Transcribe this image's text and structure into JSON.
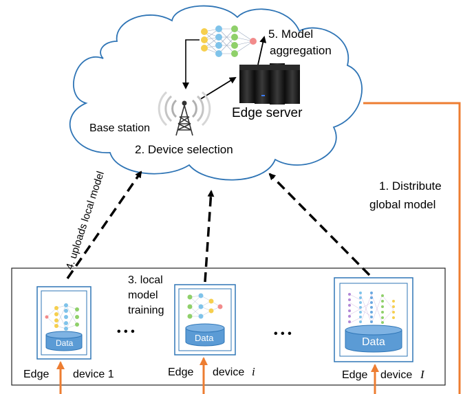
{
  "cloud": {
    "step5_line1": "5. Model",
    "step5_line2": "aggregation",
    "edge_server_label": "Edge server",
    "base_station_label": "Base station",
    "step2_label": "2. Device selection"
  },
  "links": {
    "step1_line1": "1. Distribute",
    "step1_line2": "global model",
    "step4_label": "4. uploads local model",
    "step3_line1": "3. local",
    "step3_line2": "model",
    "step3_line3": "training"
  },
  "devices": {
    "ellipsis": "• • •",
    "items": [
      {
        "data_label": "Data",
        "edge_label": "Edge",
        "device_label": "device 1",
        "index": ""
      },
      {
        "data_label": "Data",
        "edge_label": "Edge",
        "device_label": "device",
        "index": "i"
      },
      {
        "data_label": "Data",
        "edge_label": "Edge",
        "device_label": "device",
        "index": "I"
      }
    ]
  },
  "colors": {
    "orange": "#ED7D31",
    "cloud_stroke": "#2E74B5",
    "device_border": "#2E75B6",
    "data_fill": "#5B9BD5",
    "server": "#1a1a1a"
  }
}
